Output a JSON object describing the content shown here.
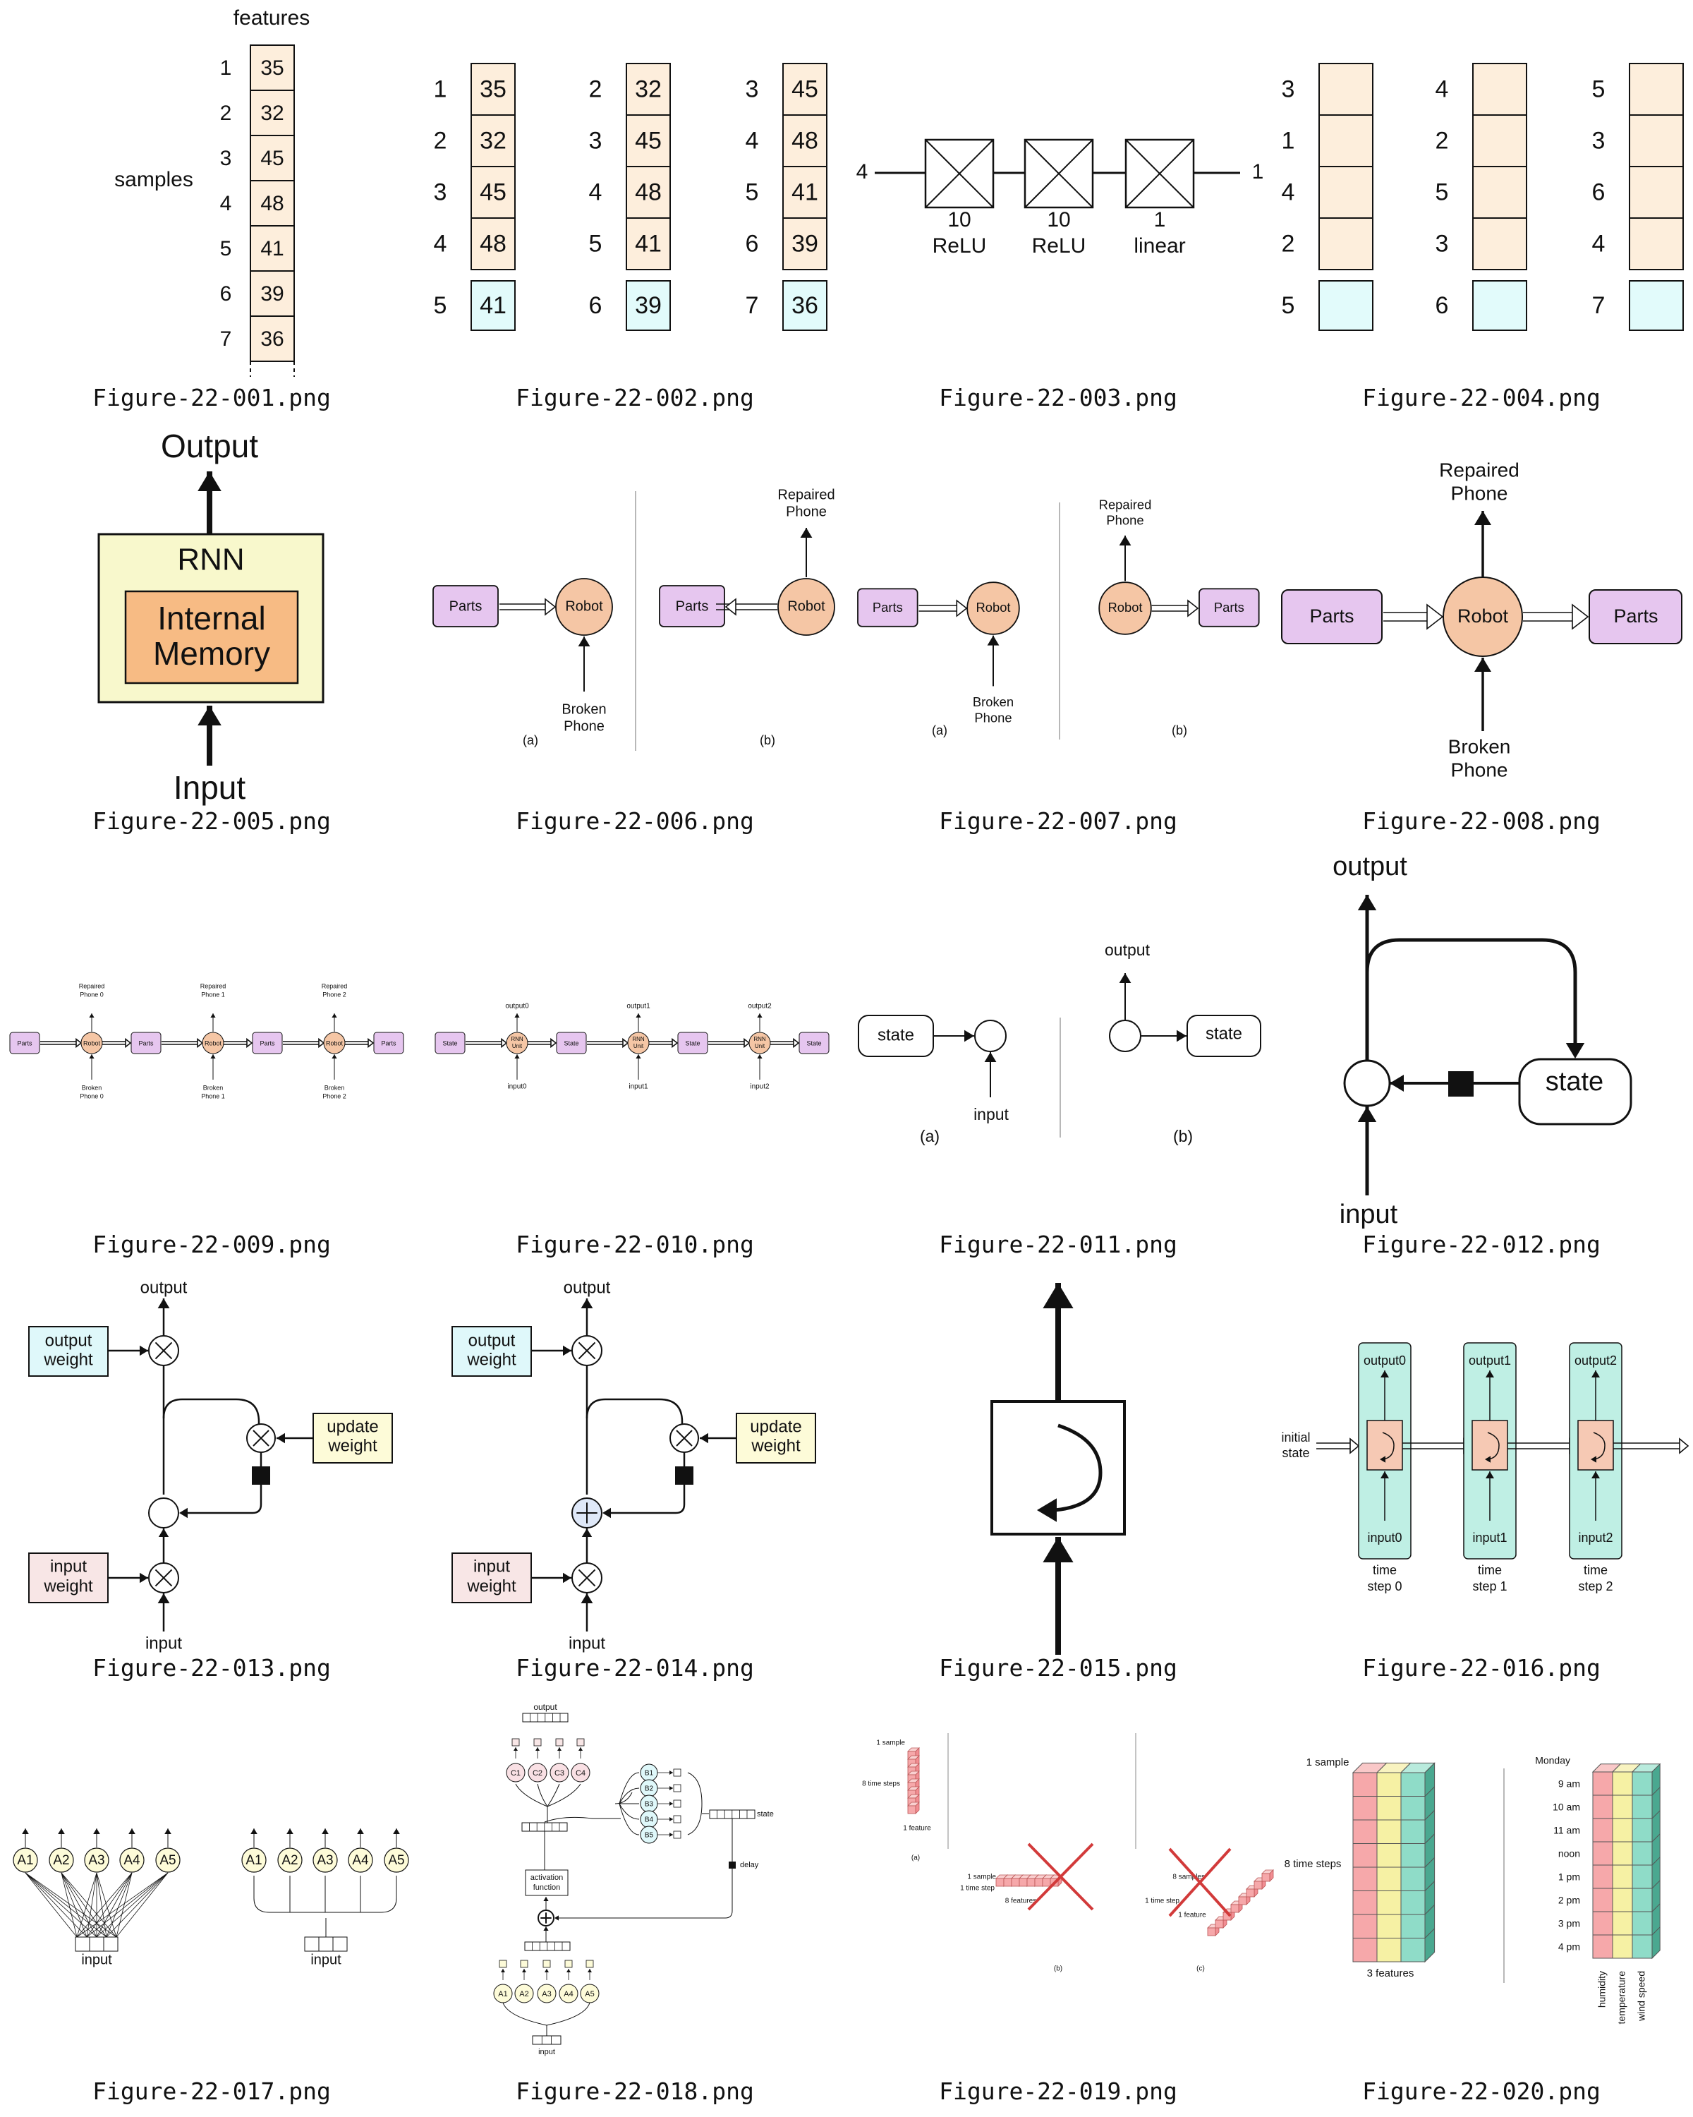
{
  "colors": {
    "peach": "#fdeedc",
    "cyan": "#e2fbfb",
    "lilac": "#e6c6ef",
    "robot": "#f5c6a5",
    "yellow": "#f8f8cc",
    "orange": "#f7bb84",
    "teal": "#bfefe4",
    "salmon": "#f6c9b4",
    "pink": "#f6a8aa",
    "softYellow": "#f6f1a4",
    "softTeal": "#8fdcc8",
    "lightPink": "#f8e6e6",
    "lightYellow": "#fdfbd8",
    "lightCyan": "#dff8fa",
    "blueCircle": "#dfe8f8"
  },
  "captions": [
    "Figure-22-001.png",
    "Figure-22-002.png",
    "Figure-22-003.png",
    "Figure-22-004.png",
    "Figure-22-005.png",
    "Figure-22-006.png",
    "Figure-22-007.png",
    "Figure-22-008.png",
    "Figure-22-009.png",
    "Figure-22-010.png",
    "Figure-22-011.png",
    "Figure-22-012.png",
    "Figure-22-013.png",
    "Figure-22-014.png",
    "Figure-22-015.png",
    "Figure-22-016.png",
    "Figure-22-017.png",
    "Figure-22-018.png",
    "Figure-22-019.png",
    "Figure-22-020.png"
  ],
  "f001": {
    "features": "features",
    "samples": "samples",
    "rows": [
      "1",
      "2",
      "3",
      "4",
      "5",
      "6",
      "7"
    ],
    "values": [
      "35",
      "32",
      "45",
      "48",
      "41",
      "39",
      "36"
    ]
  },
  "f002": {
    "groups": [
      {
        "rows": [
          "1",
          "2",
          "3",
          "4"
        ],
        "values": [
          "35",
          "32",
          "45",
          "48"
        ],
        "target_row": "5",
        "target": "41"
      },
      {
        "rows": [
          "2",
          "3",
          "4",
          "5"
        ],
        "values": [
          "32",
          "45",
          "48",
          "41"
        ],
        "target_row": "6",
        "target": "39"
      },
      {
        "rows": [
          "3",
          "4",
          "5",
          "6"
        ],
        "values": [
          "45",
          "48",
          "41",
          "39"
        ],
        "target_row": "7",
        "target": "36"
      }
    ]
  },
  "f003": {
    "in": "4",
    "out": "1",
    "layers": [
      {
        "n": "10",
        "act": "ReLU"
      },
      {
        "n": "10",
        "act": "ReLU"
      },
      {
        "n": "1",
        "act": "linear"
      }
    ]
  },
  "f004": {
    "groups": [
      {
        "rows": [
          "3",
          "1",
          "4",
          "2"
        ],
        "target_row": "5"
      },
      {
        "rows": [
          "4",
          "2",
          "5",
          "3"
        ],
        "target_row": "6"
      },
      {
        "rows": [
          "5",
          "3",
          "6",
          "4"
        ],
        "target_row": "7"
      }
    ]
  },
  "f005": {
    "output": "Output",
    "rnn": "RNN",
    "memory1": "Internal",
    "memory2": "Memory",
    "input": "Input"
  },
  "f006": {
    "parts": "Parts",
    "robot": "Robot",
    "broken1": "Broken",
    "broken2": "Phone",
    "repaired1": "Repaired",
    "repaired2": "Phone",
    "a": "(a)",
    "b": "(b)"
  },
  "f008": {
    "parts": "Parts",
    "robot": "Robot",
    "repaired1": "Repaired",
    "repaired2": "Phone",
    "broken1": "Broken",
    "broken2": "Phone"
  },
  "f009": {
    "parts": "Parts",
    "robot": "Robot",
    "top": [
      [
        "Repaired",
        "Phone 0"
      ],
      [
        "Repaired",
        "Phone 1"
      ],
      [
        "Repaired",
        "Phone 2"
      ]
    ],
    "bottom": [
      [
        "Broken",
        "Phone 0"
      ],
      [
        "Broken",
        "Phone 1"
      ],
      [
        "Broken",
        "Phone 2"
      ]
    ]
  },
  "f010": {
    "state": "State",
    "unit1": "RNN",
    "unit2": "Unit",
    "outputs": [
      "output0",
      "output1",
      "output2"
    ],
    "inputs": [
      "input0",
      "input1",
      "input2"
    ]
  },
  "f011": {
    "state": "state",
    "input": "input",
    "output": "output",
    "a": "(a)",
    "b": "(b)"
  },
  "f012": {
    "output": "output",
    "state": "state",
    "input": "input"
  },
  "f013": {
    "output": "output",
    "input": "input",
    "output_weight": [
      "output",
      "weight"
    ],
    "update_weight": [
      "update",
      "weight"
    ],
    "input_weight": [
      "input",
      "weight"
    ]
  },
  "f016": {
    "initial": [
      "initial",
      "state"
    ],
    "outputs": [
      "output0",
      "output1",
      "output2"
    ],
    "inputs": [
      "input0",
      "input1",
      "input2"
    ],
    "steps": [
      [
        "time",
        "step 0"
      ],
      [
        "time",
        "step 1"
      ],
      [
        "time",
        "step 2"
      ]
    ]
  },
  "f017": {
    "nodes": [
      "A1",
      "A2",
      "A3",
      "A4",
      "A5"
    ],
    "input": "input"
  },
  "f018": {
    "output": "output",
    "cnodes": [
      "C1",
      "C2",
      "C3",
      "C4"
    ],
    "bnodes": [
      "B1",
      "B2",
      "B3",
      "B4",
      "B5"
    ],
    "anodes": [
      "A1",
      "A2",
      "A3",
      "A4",
      "A5"
    ],
    "state": "state",
    "delay": "delay",
    "act1": "activation",
    "act2": "function",
    "input": "input"
  },
  "f019": {
    "a1": "1 sample",
    "a2": "8 time steps",
    "a3": "1 feature",
    "b1": "1 sample",
    "b2": "1 time step",
    "b3": "8 features",
    "c1": "8 samples",
    "c2": "1 time step",
    "c3": "1 feature",
    "la": "(a)",
    "lb": "(b)",
    "lc": "(c)"
  },
  "f020": {
    "sample": "1 sample",
    "steps": "8 time steps",
    "features": "3 features",
    "monday": "Monday",
    "times": [
      "9 am",
      "10 am",
      "11 am",
      "noon",
      "1 pm",
      "2 pm",
      "3 pm",
      "4 pm"
    ],
    "cols": [
      "humidity",
      "temperature",
      "wind speed"
    ]
  }
}
